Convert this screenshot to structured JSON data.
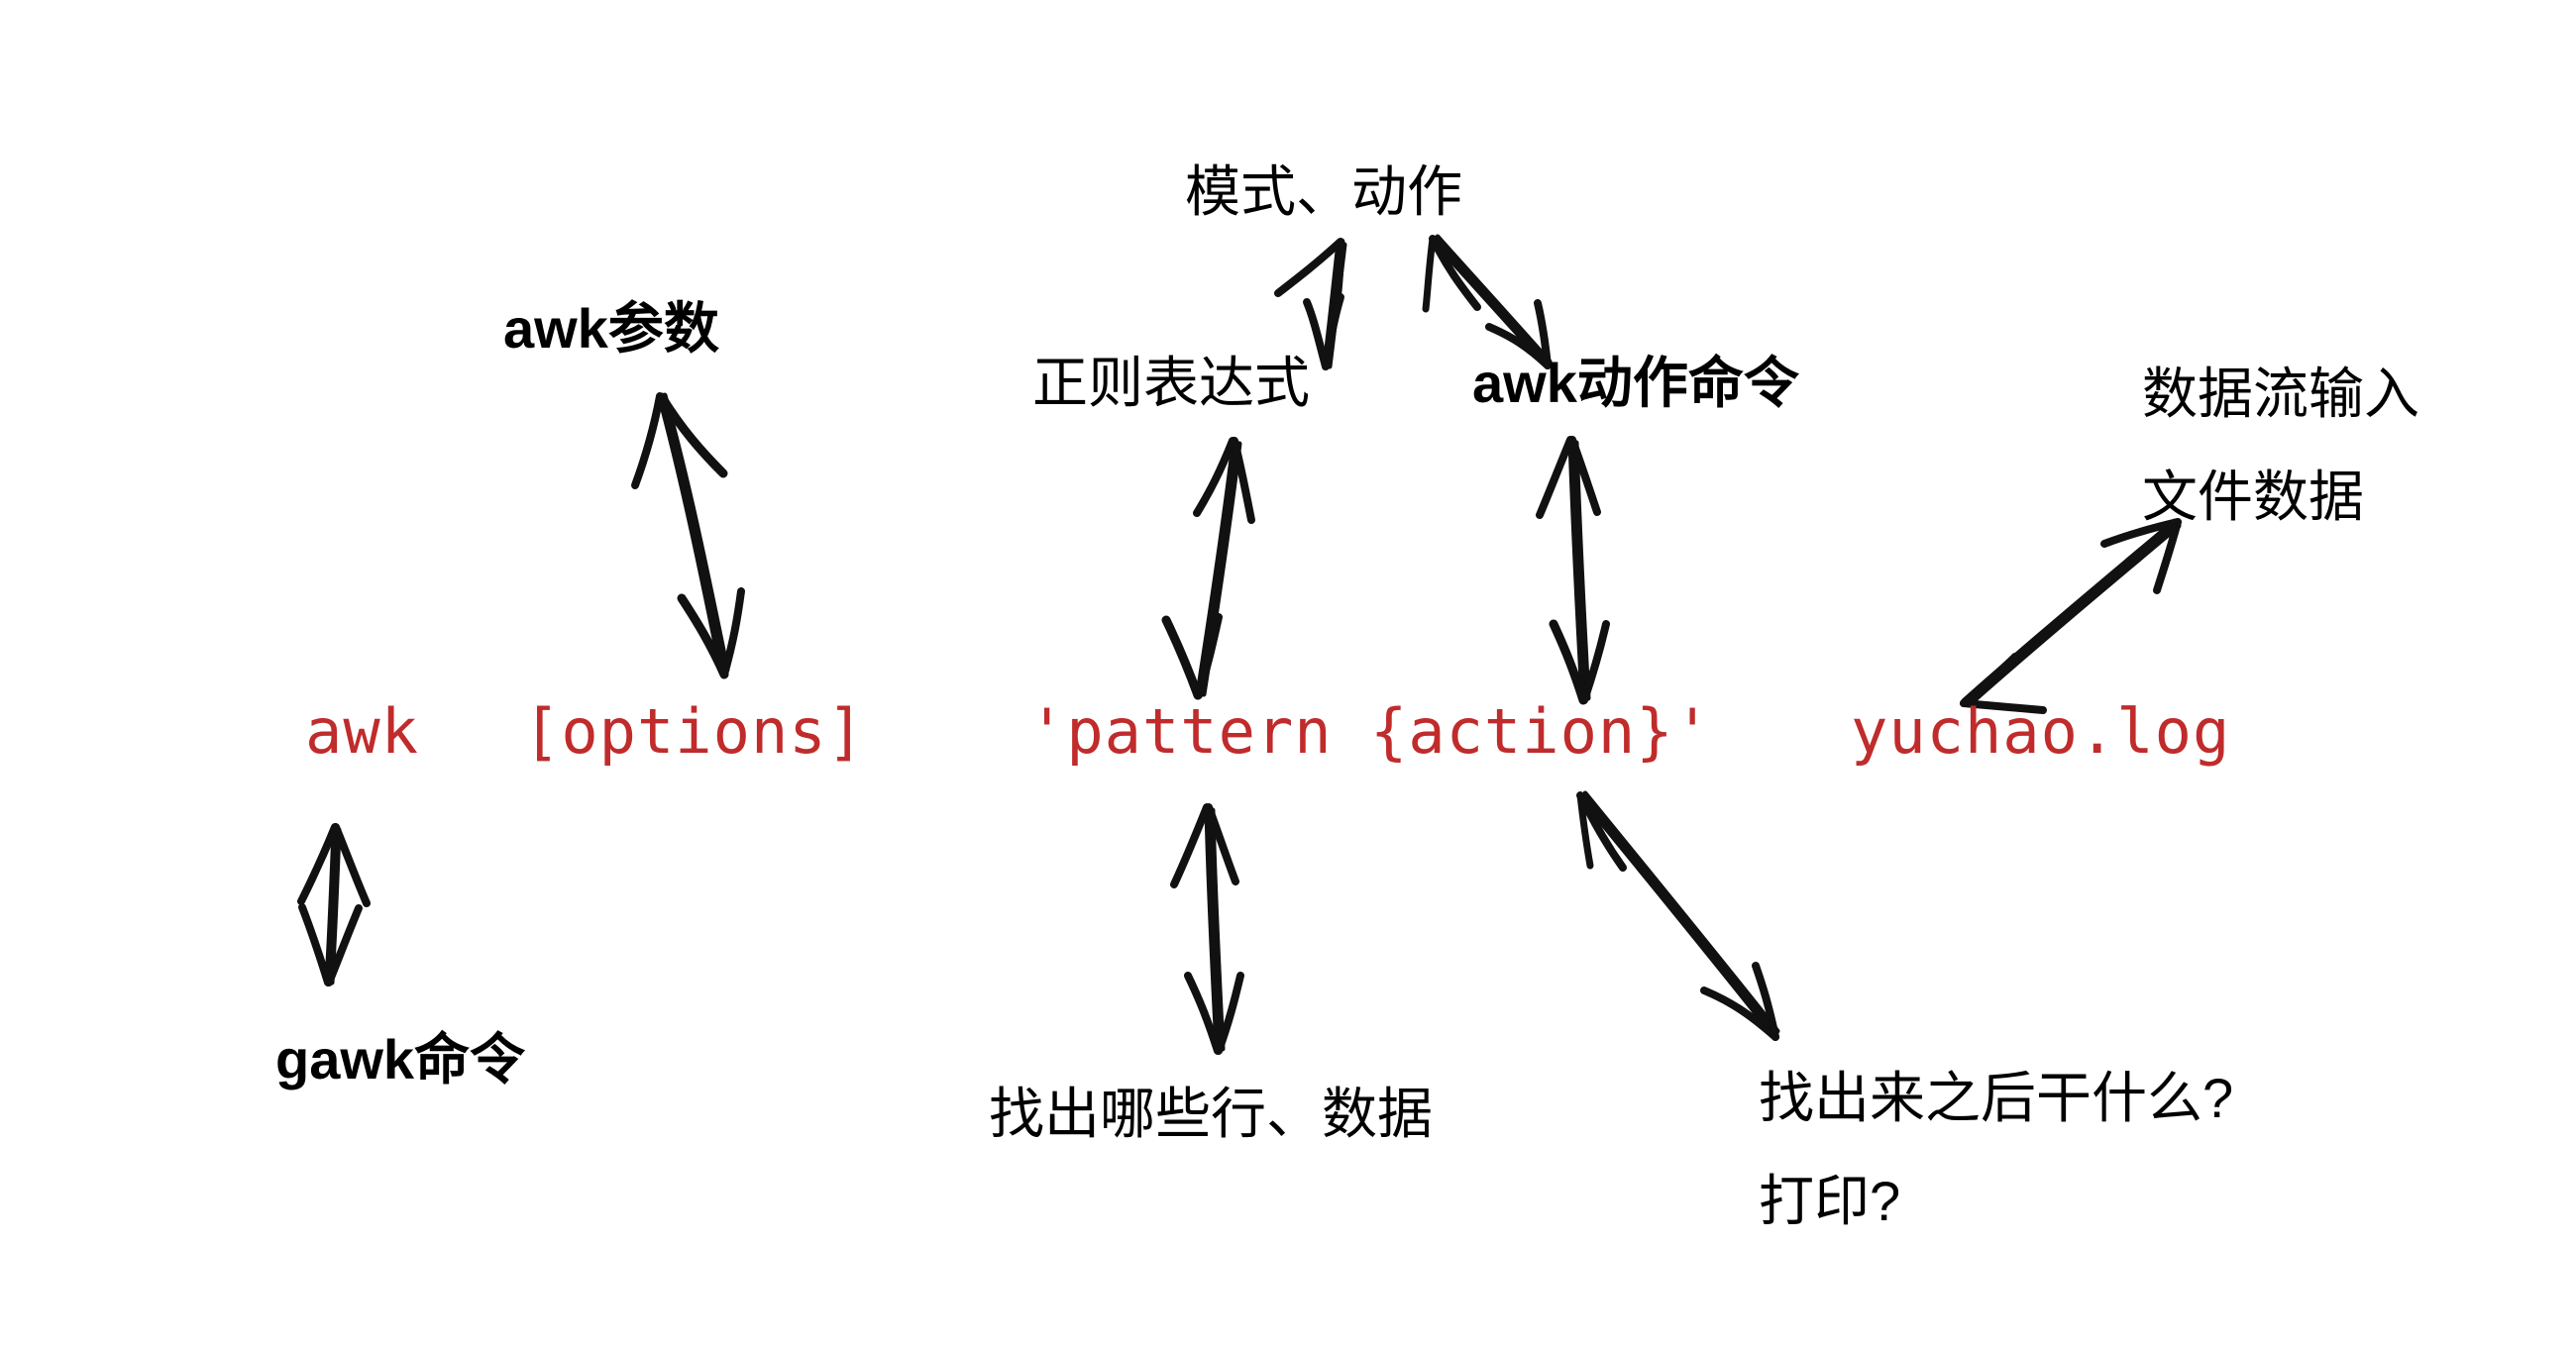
{
  "diagram": {
    "title_style": "hand-drawn awk command syntax breakdown",
    "ink_color": "#000000",
    "command_color": "#c02b2b",
    "background": "#ffffff",
    "command_line": {
      "parts": [
        {
          "id": "awk",
          "text": "awk"
        },
        {
          "id": "options",
          "text": "[options]"
        },
        {
          "id": "pattern_action",
          "text": "'pattern {action}'"
        },
        {
          "id": "file",
          "text": "yuchao.log"
        }
      ]
    },
    "annotations": [
      {
        "id": "awk_params",
        "text": "awk参数"
      },
      {
        "id": "gawk_command",
        "text": "gawk命令"
      },
      {
        "id": "pattern_action_top",
        "text": "模式、动作"
      },
      {
        "id": "regex",
        "text": "正则表达式"
      },
      {
        "id": "awk_action_command",
        "text": "awk动作命令"
      },
      {
        "id": "which_lines",
        "text": "找出哪些行、数据"
      },
      {
        "id": "then_what_line1",
        "text": "找出来之后干什么?"
      },
      {
        "id": "then_what_line2",
        "text": "打印?"
      },
      {
        "id": "datastream_line1",
        "text": "数据流输入"
      },
      {
        "id": "datastream_line2",
        "text": "文件数据"
      }
    ],
    "connectors": [
      {
        "id": "awk-params-to-options",
        "kind": "double-arrow"
      },
      {
        "id": "awk-to-gawk",
        "kind": "double-arrow"
      },
      {
        "id": "regex-to-pattern",
        "kind": "double-arrow"
      },
      {
        "id": "action-to-action",
        "kind": "double-arrow"
      },
      {
        "id": "mode-to-regex",
        "kind": "double-arrow"
      },
      {
        "id": "mode-to-action",
        "kind": "double-arrow"
      },
      {
        "id": "pattern-to-which-lines",
        "kind": "double-arrow"
      },
      {
        "id": "action-to-then-what",
        "kind": "double-arrow"
      },
      {
        "id": "file-to-datastream",
        "kind": "double-arrow"
      }
    ]
  }
}
